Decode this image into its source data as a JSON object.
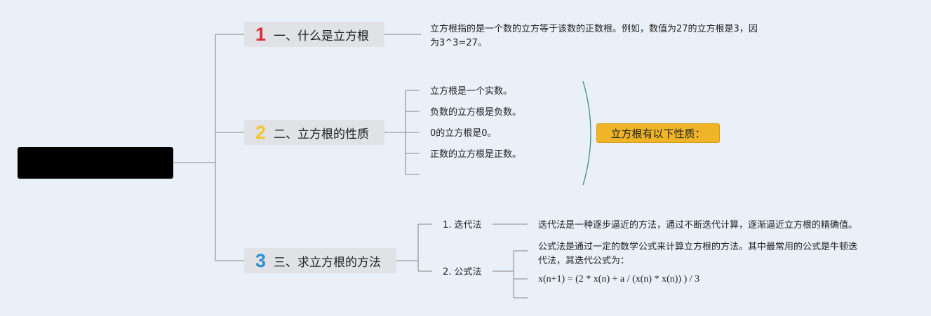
{
  "root": {
    "label": ""
  },
  "topics": [
    {
      "number": "1",
      "number_color": "#d92b3a",
      "label": "一、什么是立方根"
    },
    {
      "number": "2",
      "number_color": "#f4c430",
      "label": "二、立方根的性质"
    },
    {
      "number": "3",
      "number_color": "#2a8fd6",
      "label": "三、求立方根的方法"
    }
  ],
  "definition": {
    "line1": "立方根指的是一个数的立方等于该数的正数根。例如，数值为27的立方根是3，因",
    "line2": "为3^3=27。"
  },
  "properties": {
    "items": [
      "立方根是一个实数。",
      "负数的立方根是负数。",
      "0的立方根是0。",
      "正数的立方根是正数。",
      ""
    ],
    "summary": "立方根有以下性质："
  },
  "methods": {
    "iteration": {
      "label": "1. 迭代法",
      "desc": "迭代法是一种逐步逼近的方法，通过不断迭代计算，逐渐逼近立方根的精确值。"
    },
    "formula": {
      "label": "2. 公式法",
      "desc_line1": "公式法是通过一定的数学公式来计算立方根的方法。其中最常用的公式是牛顿迭",
      "desc_line2": "代法，其迭代公式为：",
      "equation": "x(n+1) = (2 * x(n) + a / (x(n) * x(n)) ) / 3"
    }
  },
  "colors": {
    "background": "#eaf0f8",
    "topic_bg": "#e1e2e5",
    "summary_bg": "#f0b429",
    "brace": "#3f8d7b",
    "connector": "#9a9a9a"
  }
}
